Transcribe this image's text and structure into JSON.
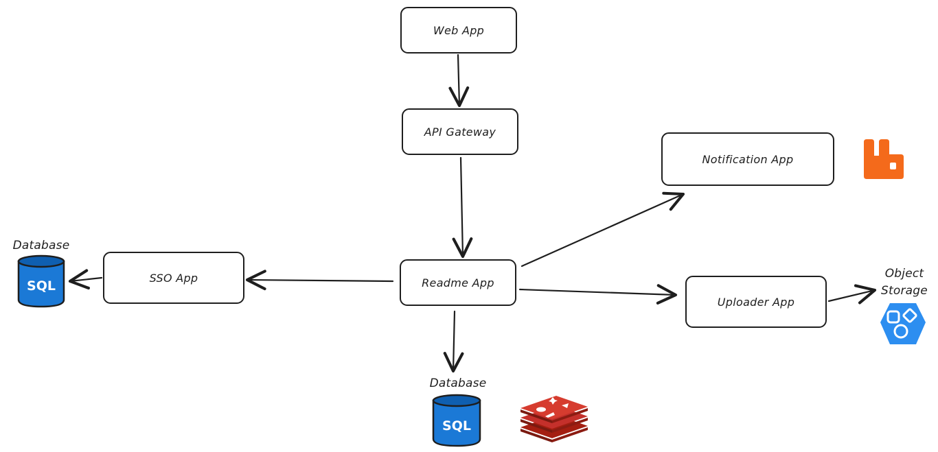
{
  "nodes": {
    "web_app": "Web App",
    "api_gateway": "API Gateway",
    "notification_app": "Notification App",
    "sso_app": "SSO App",
    "readme_app": "Readme App",
    "uploader_app": "Uploader App"
  },
  "captions": {
    "left_database": "Database",
    "bottom_database": "Database",
    "object_storage_line1": "Object",
    "object_storage_line2": "Storage"
  },
  "icons": {
    "left_sql_badge": "SQL",
    "bottom_sql_badge": "SQL",
    "queue_icon": "rabbitmq-icon",
    "cache_icon": "redis-icon",
    "storage_icon": "object-storage-icon"
  },
  "colors": {
    "stroke": "#1e1e1e",
    "sql_blue": "#1b79d6",
    "sql_blue_dark": "#0f5fb0",
    "rabbitmq_orange": "#f46a1b",
    "redis_red": "#c4302b",
    "storage_blue": "#2d8ef0"
  }
}
